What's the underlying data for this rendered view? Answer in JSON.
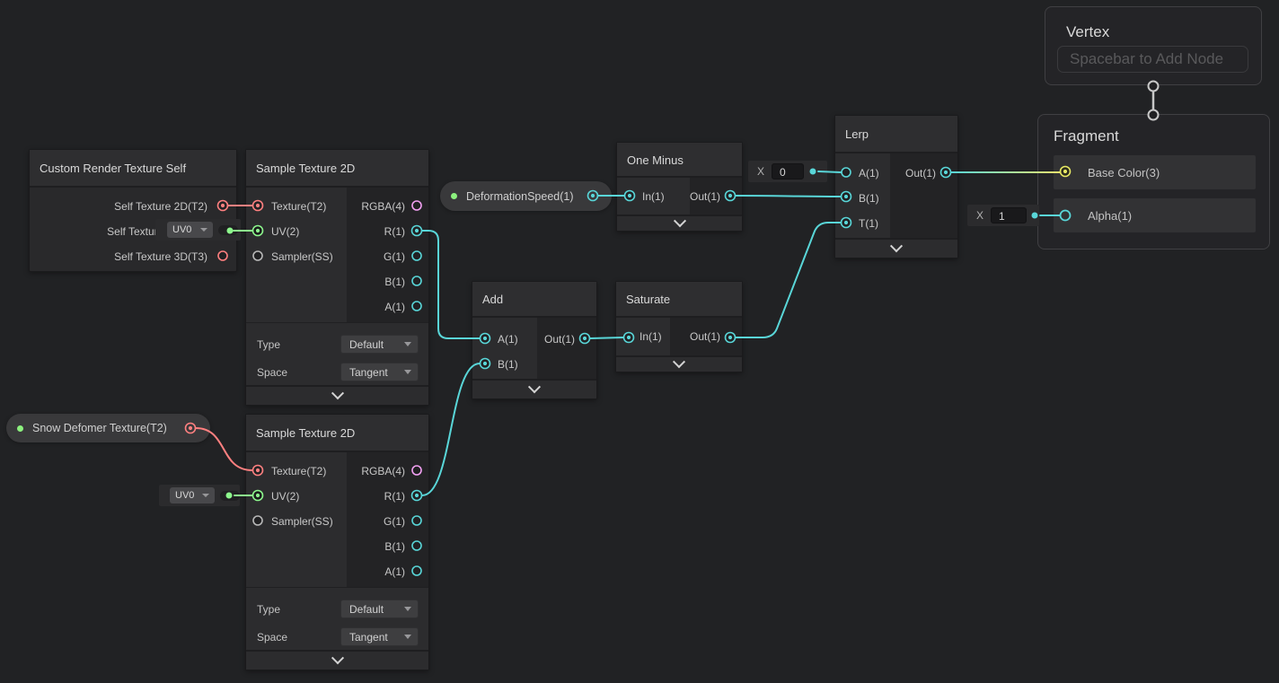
{
  "vertex_node": {
    "title": "Vertex",
    "placeholder": "Spacebar to Add Node"
  },
  "fragment_node": {
    "title": "Fragment",
    "base_color_label": "Base Color(3)",
    "alpha_label": "Alpha(1)"
  },
  "custom_render_node": {
    "title": "Custom Render Texture Self",
    "out_2d": "Self Texture 2D(T2)",
    "out_cube": "Self Texture Cube(C)",
    "out_3d": "Self Texture 3D(T3)"
  },
  "sample1": {
    "title": "Sample Texture 2D",
    "in_texture": "Texture(T2)",
    "in_uv": "UV(2)",
    "in_sampler": "Sampler(SS)",
    "out_rgba": "RGBA(4)",
    "out_r": "R(1)",
    "out_g": "G(1)",
    "out_b": "B(1)",
    "out_a": "A(1)",
    "type_label": "Type",
    "type_value": "Default",
    "space_label": "Space",
    "space_value": "Tangent"
  },
  "sample2": {
    "title": "Sample Texture 2D",
    "in_texture": "Texture(T2)",
    "in_uv": "UV(2)",
    "in_sampler": "Sampler(SS)",
    "out_rgba": "RGBA(4)",
    "out_r": "R(1)",
    "out_g": "G(1)",
    "out_b": "B(1)",
    "out_a": "A(1)",
    "type_label": "Type",
    "type_value": "Default",
    "space_label": "Space",
    "space_value": "Tangent"
  },
  "one_minus": {
    "title": "One Minus",
    "in": "In(1)",
    "out": "Out(1)"
  },
  "add_node": {
    "title": "Add",
    "in_a": "A(1)",
    "in_b": "B(1)",
    "out": "Out(1)"
  },
  "saturate_node": {
    "title": "Saturate",
    "in": "In(1)",
    "out": "Out(1)"
  },
  "lerp_node": {
    "title": "Lerp",
    "in_a": "A(1)",
    "in_b": "B(1)",
    "in_t": "T(1)",
    "out": "Out(1)"
  },
  "properties": {
    "deformation_speed": "DeformationSpeed(1)",
    "snow_deformer": "Snow Defomer Texture(T2)"
  },
  "widgets": {
    "uv_top": "UV0",
    "uv_bottom": "UV0",
    "x0_label": "X",
    "x0_value": "0",
    "x1_label": "X",
    "x1_value": "1"
  },
  "colors": {
    "float_port": "#59d6d8",
    "vector2_port": "#8df78d",
    "vector3_port": "#e8e964",
    "vector4_port": "#f2a0f2",
    "texture2d_port": "#ff8080",
    "sampler_port": "#b8b8b8",
    "property_dot": "#8cf17e",
    "edge_gradient_end": "#e6e76e"
  }
}
